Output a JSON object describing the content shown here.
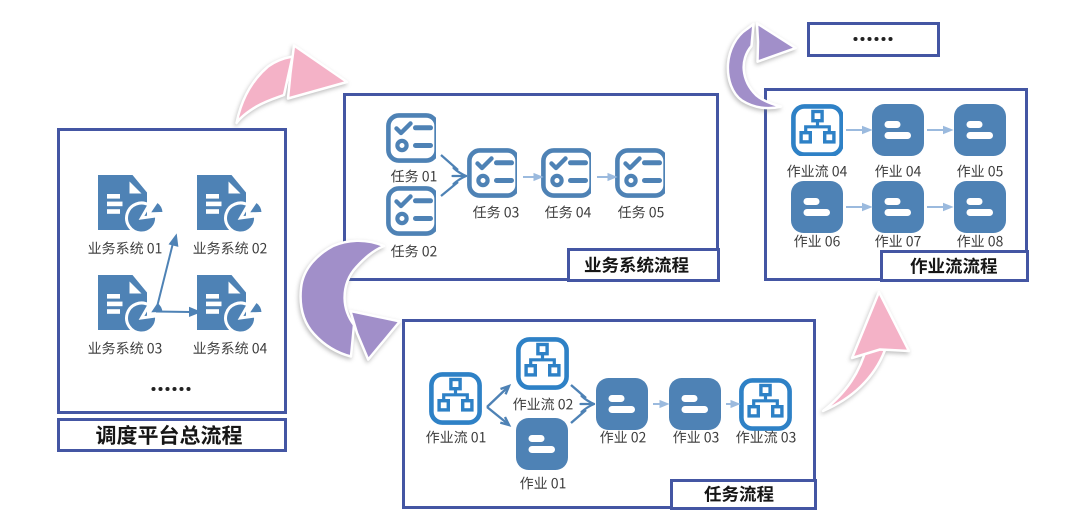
{
  "colors": {
    "panel_border": "#4456a3",
    "steel_blue": "#4e82b5",
    "bright_blue": "#2e81c6",
    "connector_blue": "#9bbade",
    "arrow_pink": "#f4b2c7",
    "arrow_purple": "#a18fc9",
    "label_text": "#3d3d3d",
    "title_text": "#161616"
  },
  "panels": {
    "platform": {
      "title": "调度平台总流程",
      "nodes": [
        {
          "label": "业务系统 01",
          "icon": "document-pie"
        },
        {
          "label": "业务系统 02",
          "icon": "document-pie"
        },
        {
          "label": "业务系统 03",
          "icon": "document-pie"
        },
        {
          "label": "业务系统 04",
          "icon": "document-pie"
        }
      ],
      "more": "……"
    },
    "business": {
      "title": "业务系统流程",
      "nodes": [
        {
          "label": "任务 01",
          "icon": "task-checklist"
        },
        {
          "label": "任务 02",
          "icon": "task-checklist"
        },
        {
          "label": "任务 03",
          "icon": "task-checklist"
        },
        {
          "label": "任务 04",
          "icon": "task-checklist"
        },
        {
          "label": "任务 05",
          "icon": "task-checklist"
        }
      ]
    },
    "task": {
      "title": "任务流程",
      "nodes": [
        {
          "label": "作业流 01",
          "icon": "workflow-tree"
        },
        {
          "label": "作业流 02",
          "icon": "workflow-tree"
        },
        {
          "label": "作业 01",
          "icon": "job"
        },
        {
          "label": "作业 02",
          "icon": "job"
        },
        {
          "label": "作业 03",
          "icon": "job"
        },
        {
          "label": "作业流 03",
          "icon": "workflow-tree"
        }
      ]
    },
    "jobflow": {
      "title": "作业流流程",
      "nodes": [
        {
          "label": "作业流 04",
          "icon": "workflow-tree"
        },
        {
          "label": "作业 04",
          "icon": "job"
        },
        {
          "label": "作业 05",
          "icon": "job"
        },
        {
          "label": "作业 06",
          "icon": "job"
        },
        {
          "label": "作业 07",
          "icon": "job"
        },
        {
          "label": "作业 08",
          "icon": "job"
        }
      ]
    },
    "more_box": {
      "label": "……"
    }
  }
}
